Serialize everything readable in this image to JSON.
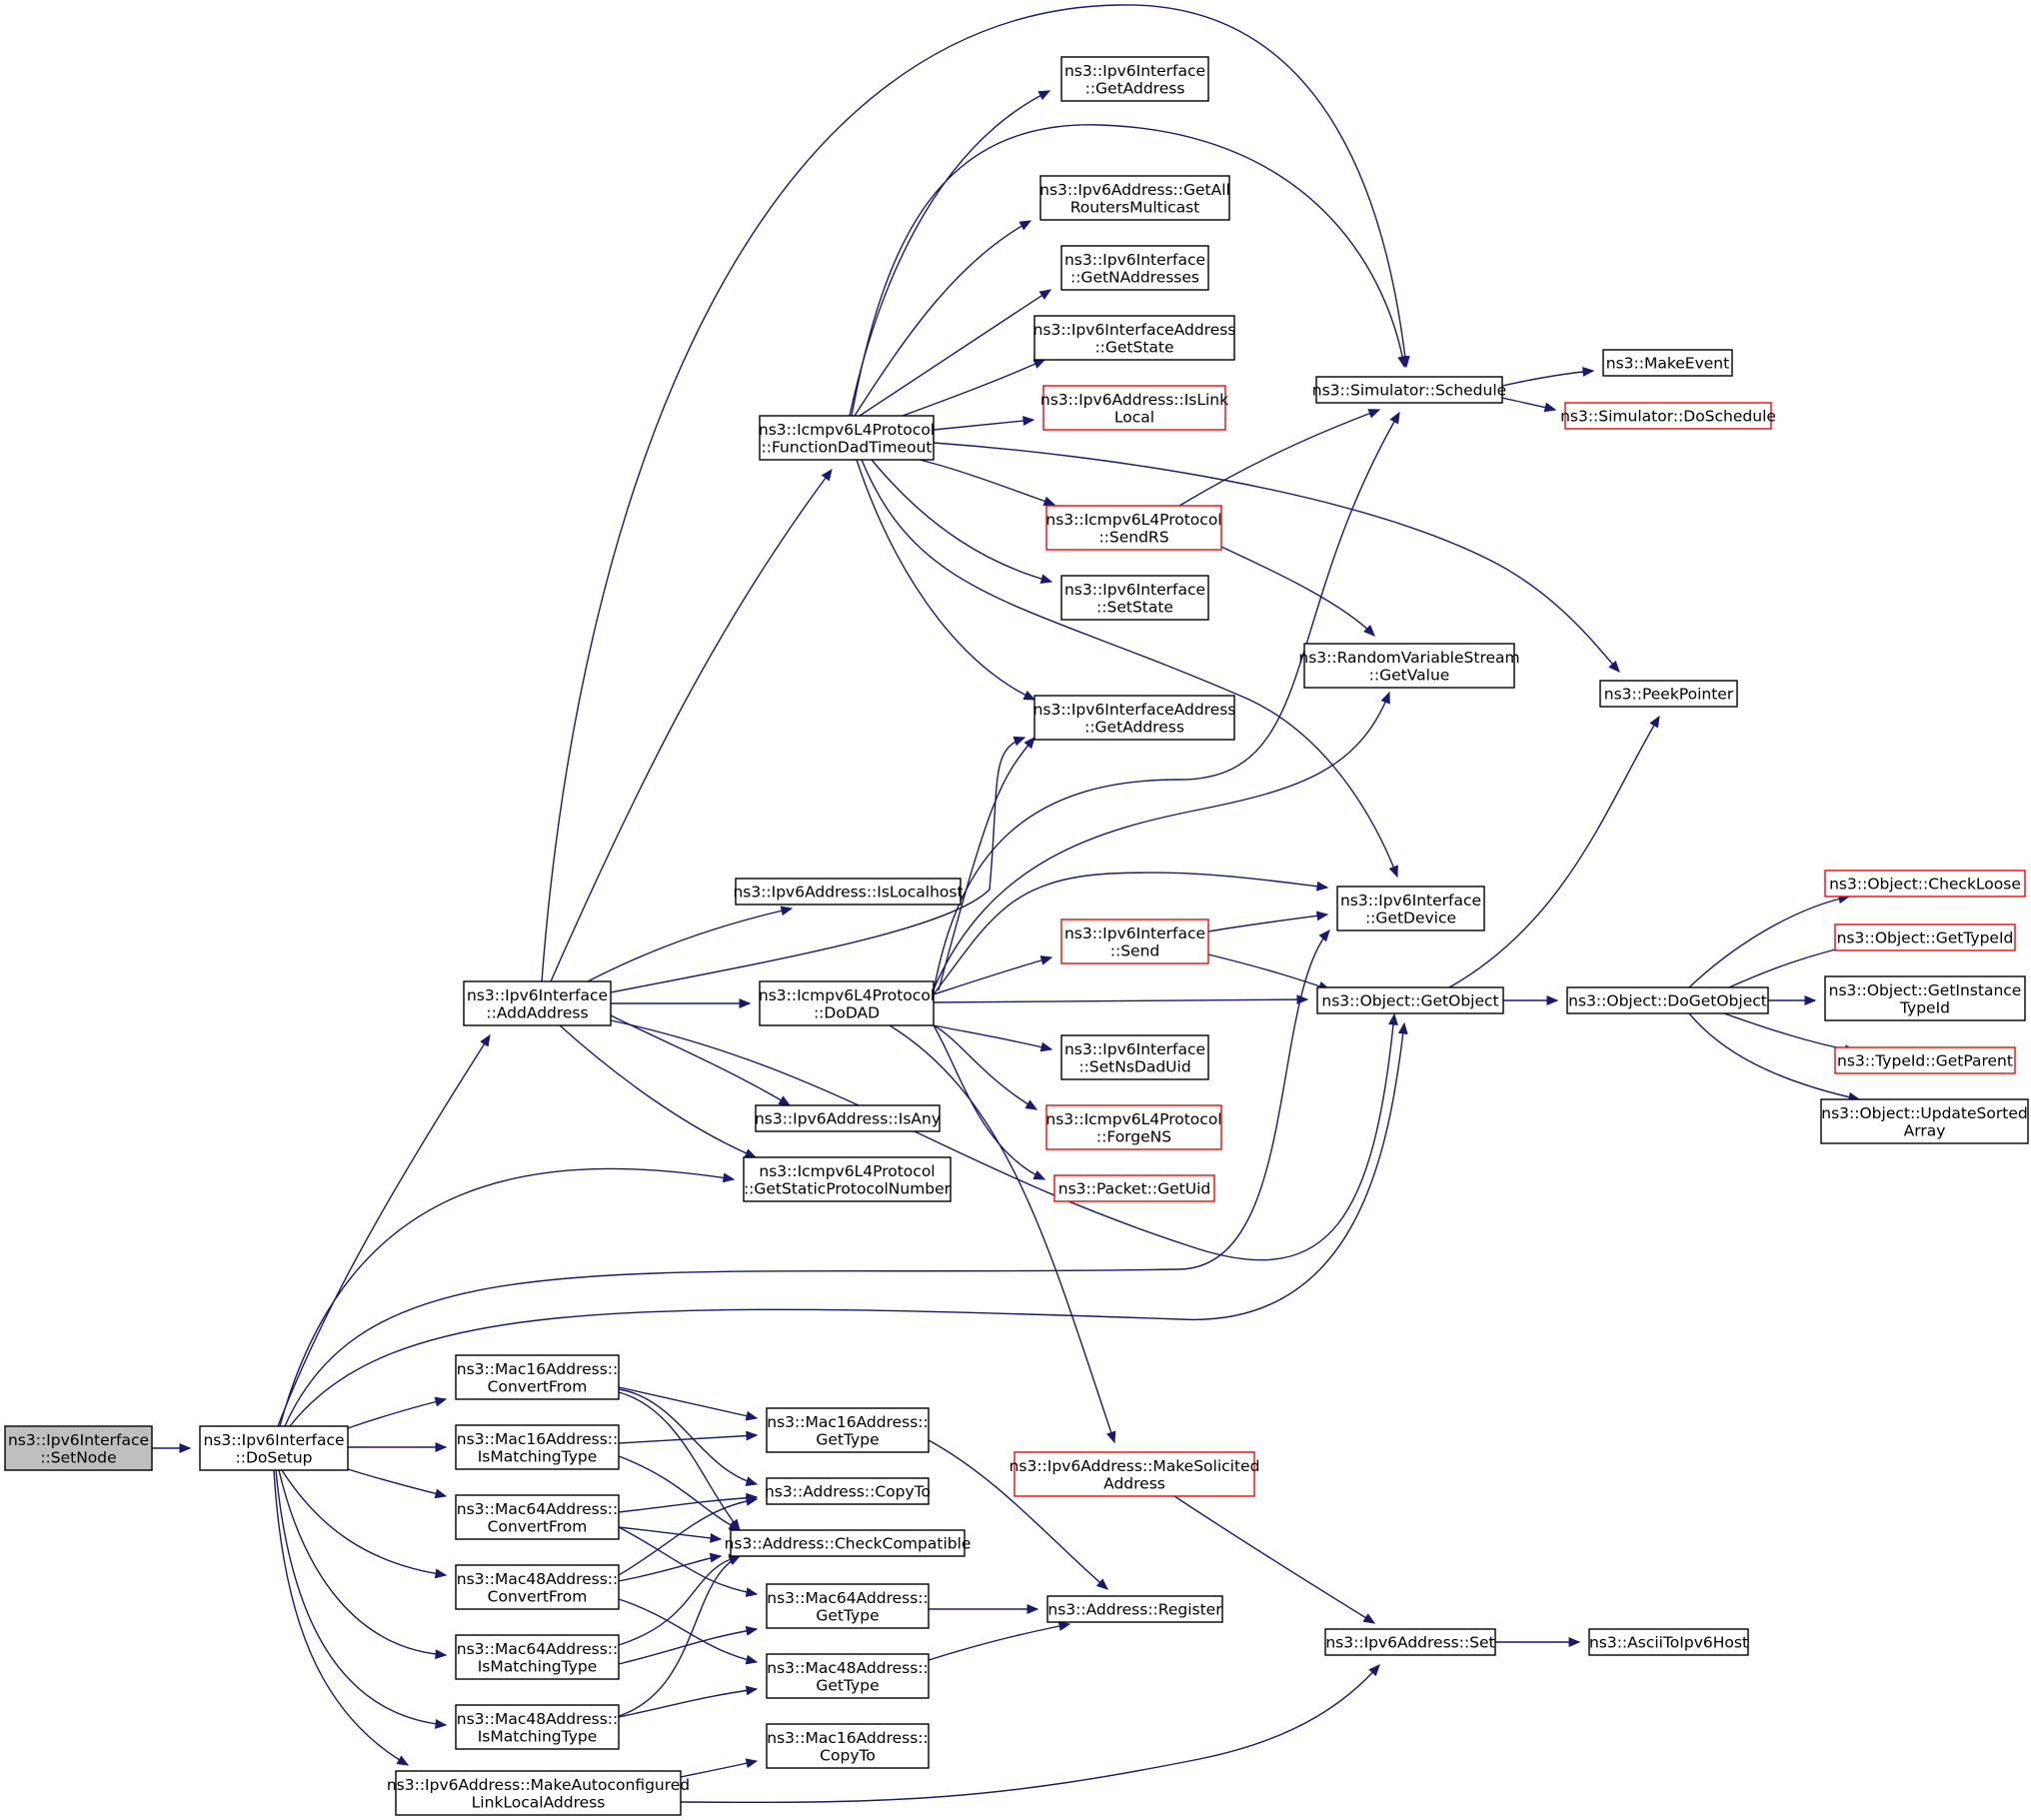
{
  "diagram": {
    "type": "call-graph",
    "colors": {
      "edge": "#191970",
      "node_border": "#000000",
      "node_border_undocumented": "#ff0000",
      "root_fill": "#bfbfbf",
      "node_fill": "#ffffff"
    },
    "nodes": [
      {
        "id": "setnode",
        "lines": [
          "ns3::Ipv6Interface",
          "::SetNode"
        ],
        "style": "root"
      },
      {
        "id": "dosetup",
        "lines": [
          "ns3::Ipv6Interface",
          "::DoSetup"
        ],
        "style": "normal"
      },
      {
        "id": "addaddress",
        "lines": [
          "ns3::Ipv6Interface",
          "::AddAddress"
        ],
        "style": "normal"
      },
      {
        "id": "mac16conv",
        "lines": [
          "ns3::Mac16Address::",
          "ConvertFrom"
        ],
        "style": "normal"
      },
      {
        "id": "mac16match",
        "lines": [
          "ns3::Mac16Address::",
          "IsMatchingType"
        ],
        "style": "normal"
      },
      {
        "id": "mac64conv",
        "lines": [
          "ns3::Mac64Address::",
          "ConvertFrom"
        ],
        "style": "normal"
      },
      {
        "id": "mac48conv",
        "lines": [
          "ns3::Mac48Address::",
          "ConvertFrom"
        ],
        "style": "normal"
      },
      {
        "id": "mac64match",
        "lines": [
          "ns3::Mac64Address::",
          "IsMatchingType"
        ],
        "style": "normal"
      },
      {
        "id": "mac48match",
        "lines": [
          "ns3::Mac48Address::",
          "IsMatchingType"
        ],
        "style": "normal"
      },
      {
        "id": "makeautoconf",
        "lines": [
          "ns3::Ipv6Address::MakeAutoconfigured",
          "LinkLocalAddress"
        ],
        "style": "normal"
      },
      {
        "id": "funcdad",
        "lines": [
          "ns3::Icmpv6L4Protocol",
          "::FunctionDadTimeout"
        ],
        "style": "normal"
      },
      {
        "id": "islocalhost",
        "lines": [
          "ns3::Ipv6Address::IsLocalhost"
        ],
        "style": "normal"
      },
      {
        "id": "dodad",
        "lines": [
          "ns3::Icmpv6L4Protocol",
          "::DoDAD"
        ],
        "style": "normal"
      },
      {
        "id": "isany",
        "lines": [
          "ns3::Ipv6Address::IsAny"
        ],
        "style": "normal"
      },
      {
        "id": "getstaticproto",
        "lines": [
          "ns3::Icmpv6L4Protocol",
          "::GetStaticProtocolNumber"
        ],
        "style": "normal"
      },
      {
        "id": "mac16gettype",
        "lines": [
          "ns3::Mac16Address::",
          "GetType"
        ],
        "style": "normal"
      },
      {
        "id": "addrcopyto",
        "lines": [
          "ns3::Address::CopyTo"
        ],
        "style": "normal"
      },
      {
        "id": "addrcheckcompat",
        "lines": [
          "ns3::Address::CheckCompatible"
        ],
        "style": "normal"
      },
      {
        "id": "mac64gettype",
        "lines": [
          "ns3::Mac64Address::",
          "GetType"
        ],
        "style": "normal"
      },
      {
        "id": "mac48gettype",
        "lines": [
          "ns3::Mac48Address::",
          "GetType"
        ],
        "style": "normal"
      },
      {
        "id": "mac16copyto",
        "lines": [
          "ns3::Mac16Address::",
          "CopyTo"
        ],
        "style": "normal"
      },
      {
        "id": "ifgetaddress",
        "lines": [
          "ns3::Ipv6Interface",
          "::GetAddress"
        ],
        "style": "normal"
      },
      {
        "id": "getallrouters",
        "lines": [
          "ns3::Ipv6Address::GetAll",
          "RoutersMulticast"
        ],
        "style": "normal"
      },
      {
        "id": "getnaddresses",
        "lines": [
          "ns3::Ipv6Interface",
          "::GetNAddresses"
        ],
        "style": "normal"
      },
      {
        "id": "ifaddrgetstate",
        "lines": [
          "ns3::Ipv6InterfaceAddress",
          "::GetState"
        ],
        "style": "normal"
      },
      {
        "id": "islinklocal",
        "lines": [
          "ns3::Ipv6Address::IsLink",
          "Local"
        ],
        "style": "red"
      },
      {
        "id": "sendrs",
        "lines": [
          "ns3::Icmpv6L4Protocol",
          "::SendRS"
        ],
        "style": "red"
      },
      {
        "id": "setstate",
        "lines": [
          "ns3::Ipv6Interface",
          "::SetState"
        ],
        "style": "normal"
      },
      {
        "id": "ifaddrgetaddress",
        "lines": [
          "ns3::Ipv6InterfaceAddress",
          "::GetAddress"
        ],
        "style": "normal"
      },
      {
        "id": "ifsend",
        "lines": [
          "ns3::Ipv6Interface",
          "::Send"
        ],
        "style": "red"
      },
      {
        "id": "setnsdaduid",
        "lines": [
          "ns3::Ipv6Interface",
          "::SetNsDadUid"
        ],
        "style": "normal"
      },
      {
        "id": "forgens",
        "lines": [
          "ns3::Icmpv6L4Protocol",
          "::ForgeNS"
        ],
        "style": "red"
      },
      {
        "id": "packetgetuid",
        "lines": [
          "ns3::Packet::GetUid"
        ],
        "style": "red"
      },
      {
        "id": "makesolicited",
        "lines": [
          "ns3::Ipv6Address::MakeSolicited",
          "Address"
        ],
        "style": "red"
      },
      {
        "id": "addrregister",
        "lines": [
          "ns3::Address::Register"
        ],
        "style": "normal"
      },
      {
        "id": "schedule",
        "lines": [
          "ns3::Simulator::Schedule"
        ],
        "style": "normal"
      },
      {
        "id": "rvsgetvalue",
        "lines": [
          "ns3::RandomVariableStream",
          "::GetValue"
        ],
        "style": "normal"
      },
      {
        "id": "getdevice",
        "lines": [
          "ns3::Ipv6Interface",
          "::GetDevice"
        ],
        "style": "normal"
      },
      {
        "id": "getobject",
        "lines": [
          "ns3::Object::GetObject"
        ],
        "style": "normal"
      },
      {
        "id": "ipv6set",
        "lines": [
          "ns3::Ipv6Address::Set"
        ],
        "style": "normal"
      },
      {
        "id": "makeevent",
        "lines": [
          "ns3::MakeEvent"
        ],
        "style": "normal"
      },
      {
        "id": "doschedule",
        "lines": [
          "ns3::Simulator::DoSchedule"
        ],
        "style": "red"
      },
      {
        "id": "peekpointer",
        "lines": [
          "ns3::PeekPointer"
        ],
        "style": "normal"
      },
      {
        "id": "dogetobject",
        "lines": [
          "ns3::Object::DoGetObject"
        ],
        "style": "normal"
      },
      {
        "id": "asciitoipv6",
        "lines": [
          "ns3::AsciiToIpv6Host"
        ],
        "style": "normal"
      },
      {
        "id": "checkloose",
        "lines": [
          "ns3::Object::CheckLoose"
        ],
        "style": "red"
      },
      {
        "id": "gettypeid",
        "lines": [
          "ns3::Object::GetTypeId"
        ],
        "style": "red"
      },
      {
        "id": "getinstancetypeid",
        "lines": [
          "ns3::Object::GetInstance",
          "TypeId"
        ],
        "style": "normal"
      },
      {
        "id": "typeidgetparent",
        "lines": [
          "ns3::TypeId::GetParent"
        ],
        "style": "red"
      },
      {
        "id": "updatesorted",
        "lines": [
          "ns3::Object::UpdateSorted",
          "Array"
        ],
        "style": "normal"
      }
    ]
  }
}
